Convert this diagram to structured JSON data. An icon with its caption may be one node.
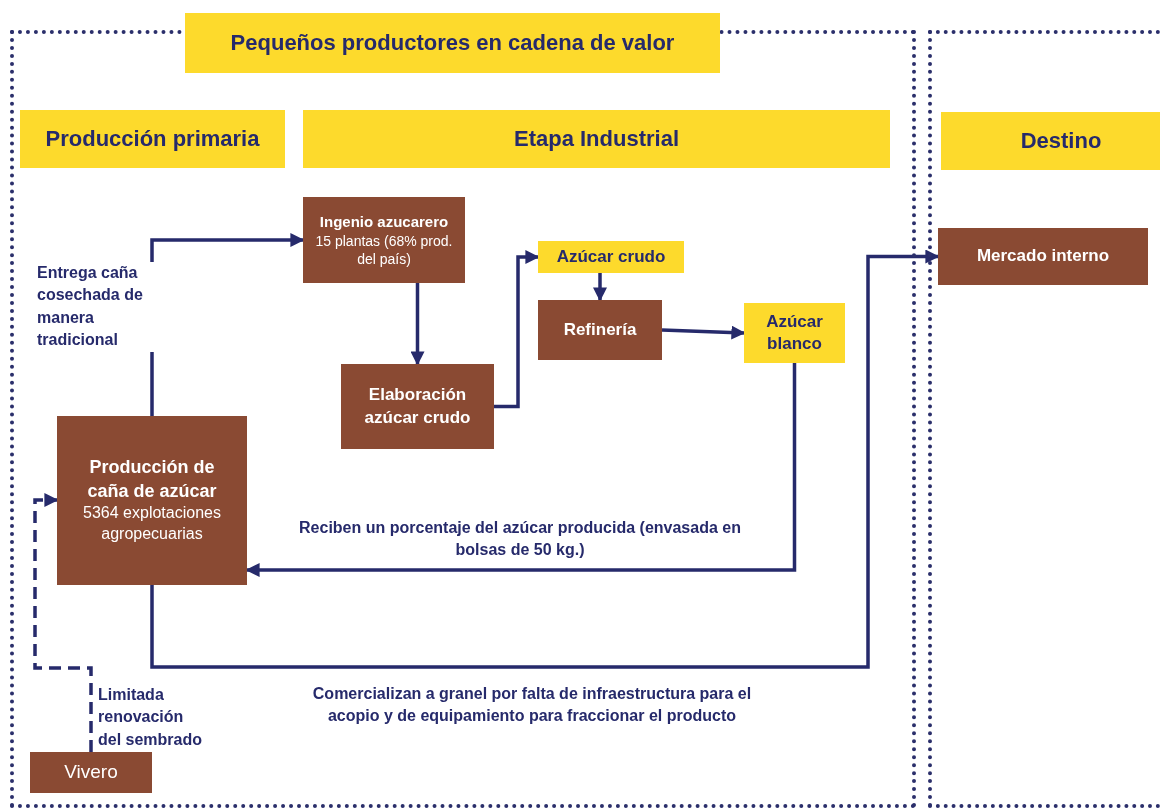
{
  "diagram": {
    "nodes": [
      {
        "text": [],
        "shape": "box"
      },
      {
        "text": [
          "Pequeños productores en cadena de valor"
        ]
      },
      {
        "text": [
          "Producción primaria"
        ],
        "in": 0
      },
      {
        "text": [
          "Etapa Industrial"
        ],
        "in": 0
      },
      {
        "text": [],
        "shape": "box"
      },
      {
        "text": [
          "Destino"
        ],
        "in": 4
      },
      {
        "text": [
          "Ingenio azucarero",
          "15 plantas (68% prod. del país)"
        ],
        "in": 0
      },
      {
        "text": [
          "Azúcar crudo"
        ],
        "in": 0
      },
      {
        "text": [
          "Refinería"
        ],
        "in": 0
      },
      {
        "text": [
          "Elaboración azúcar crudo"
        ],
        "in": 0
      },
      {
        "text": [
          "Azúcar blanco"
        ],
        "in": 0
      },
      {
        "text": [
          "Producción de caña de azúcar",
          "5364 explotaciones agropecuarias"
        ],
        "in": 0
      },
      {
        "text": [
          "Mercado interno"
        ],
        "in": 4
      },
      {
        "text": [
          "Vivero"
        ],
        "in": 0
      }
    ],
    "edges": [
      {
        "from": 11,
        "to": 6,
        "arrow": "to",
        "label": "Entrega caña cosechada de manera tradicional"
      },
      {
        "from": 6,
        "to": 9,
        "arrow": "to"
      },
      {
        "from": 9,
        "to": 7,
        "arrow": "to"
      },
      {
        "from": 7,
        "to": 8,
        "arrow": "to"
      },
      {
        "from": 8,
        "to": 10,
        "arrow": "to"
      },
      {
        "from": 10,
        "to": 11,
        "arrow": "to",
        "label": "Reciben un porcentaje del azúcar producida (envasada en bolsas de 50 kg.)"
      },
      {
        "from": 11,
        "to": 12,
        "arrow": "to",
        "label": "Comercializan a granel por falta de infraestructura para el acopio y de equipamiento para fraccionar el producto"
      },
      {
        "from": 13,
        "to": 11,
        "arrow": "to",
        "style": "dashed",
        "label": "Limitada renovación del sembrado"
      }
    ]
  }
}
